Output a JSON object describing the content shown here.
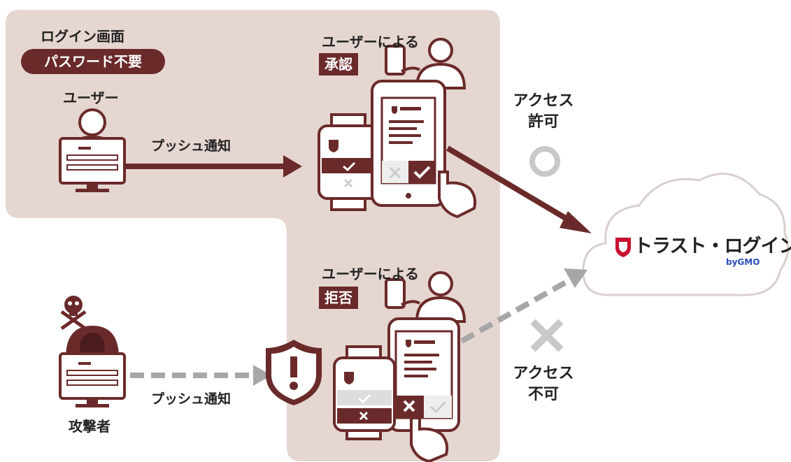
{
  "header": {
    "title": "ログイン画面",
    "badge": "パスワード不要"
  },
  "user": {
    "label": "ユーザー"
  },
  "attacker": {
    "label": "攻撃者"
  },
  "flows": {
    "push_top": "プッシュ通知",
    "push_bottom": "プッシュ通知"
  },
  "approve": {
    "by_user": "ユーザーによる",
    "action": "承認"
  },
  "reject": {
    "by_user": "ユーザーによる",
    "action": "拒否"
  },
  "result_allow": {
    "line1": "アクセス",
    "line2": "許可"
  },
  "result_deny": {
    "line1": "アクセス",
    "line2": "不可"
  },
  "service": {
    "name": "トラスト・ログイン",
    "by": "byGMO"
  },
  "colors": {
    "panel": "#e5d6d1",
    "accent": "#6b2a2a",
    "dashed": "#a7a7a7",
    "symbol": "#c8c8c8"
  }
}
